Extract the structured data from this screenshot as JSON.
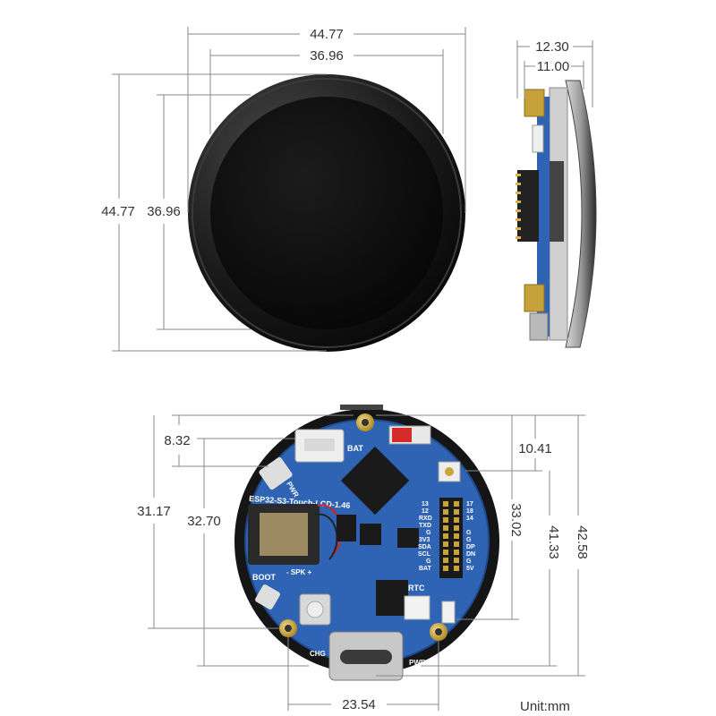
{
  "dimensions": {
    "front_outer_width": "44.77",
    "front_inner_width": "36.96",
    "front_outer_height": "44.77",
    "front_inner_height": "36.96",
    "side_total_depth": "12.30",
    "side_body_depth": "11.00",
    "back_top_offset": "8.32",
    "back_right_top_offset": "10.41",
    "back_left_span_a": "31.17",
    "back_left_span_b": "32.70",
    "back_right_span_a": "33.02",
    "back_right_span_b": "41.33",
    "back_right_span_c": "42.58",
    "back_bottom_width": "23.54"
  },
  "unit_label": "Unit:mm",
  "board": {
    "model": "ESP32-S3-Touch-LCD-1.46",
    "bat_label": "BAT",
    "pwr_label": "PWR",
    "boot_label": "BOOT",
    "spk_label": "- SPK +",
    "rtc_label": "RTC",
    "chg_label": "CHG",
    "pwr_bottom_label": "PWR",
    "header_pins_left": [
      "13",
      "12",
      "RXD",
      "TXD",
      "G",
      "3V3",
      "SDA",
      "SCL",
      "G",
      "BAT"
    ],
    "header_pins_right": [
      "17",
      "18",
      "14",
      "G",
      "G",
      "DP",
      "DN",
      "G",
      "5V"
    ]
  },
  "colors": {
    "pcb_blue": "#2f64b4",
    "screen_black": "#0c0c0c",
    "bezel_black": "#1b1b1b",
    "gold": "#c9a43b",
    "dimension_line": "#888888"
  }
}
